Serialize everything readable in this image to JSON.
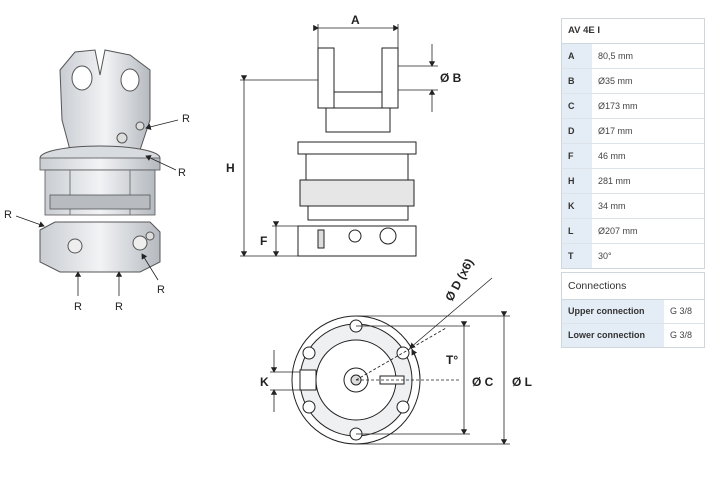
{
  "spec_table": {
    "title": "AV 4E I",
    "rows": [
      {
        "key": "A",
        "value": "80,5 mm"
      },
      {
        "key": "B",
        "value": "Ø35 mm"
      },
      {
        "key": "C",
        "value": "Ø173 mm"
      },
      {
        "key": "D",
        "value": "Ø17 mm"
      },
      {
        "key": "F",
        "value": "46 mm"
      },
      {
        "key": "H",
        "value": "281 mm"
      },
      {
        "key": "K",
        "value": "34 mm"
      },
      {
        "key": "L",
        "value": "Ø207 mm"
      },
      {
        "key": "T",
        "value": "30°"
      }
    ]
  },
  "connections": {
    "title": "Connections",
    "rows": [
      {
        "key": "Upper connection",
        "value": "G 3/8"
      },
      {
        "key": "Lower connection",
        "value": "G 3/8"
      }
    ]
  },
  "drawing_labels": {
    "port": "R",
    "dim_a": "A",
    "dim_b": "Ø B",
    "dim_h": "H",
    "dim_f": "F",
    "dim_d": "Ø D (x6)",
    "dim_t": "T°",
    "dim_k": "K",
    "dim_c": "Ø C",
    "dim_l": "Ø L"
  }
}
